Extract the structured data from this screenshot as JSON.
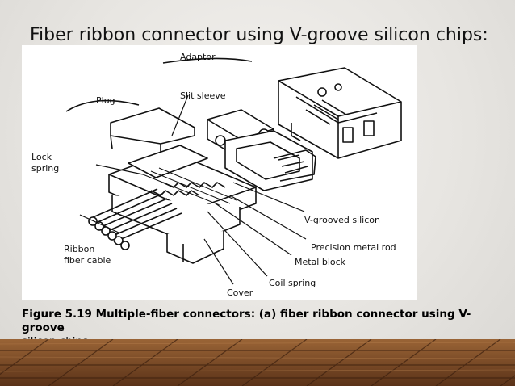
{
  "slide": {
    "title": "Fiber ribbon connector using V-groove silicon chips:",
    "caption_bold": "Figure 5.19 Multiple-fiber connectors: (a) fiber ribbon connector using V-groove",
    "caption_rest": "silicon chips"
  },
  "figure": {
    "labels": {
      "adaptor": "Adaptor",
      "plug": "Plug",
      "slit_sleeve": "Slit sleeve",
      "lock_spring_1": "Lock",
      "lock_spring_2": "spring",
      "ribbon_1": "Ribbon",
      "ribbon_2": "fiber cable",
      "v_grooved": "V-grooved silicon",
      "precision_rod": "Precision metal rod",
      "metal_block": "Metal block",
      "coil_spring": "Coil spring",
      "cover": "Cover"
    }
  },
  "colors": {
    "floor_dark": "#5a3218",
    "floor_light": "#9a6436"
  }
}
